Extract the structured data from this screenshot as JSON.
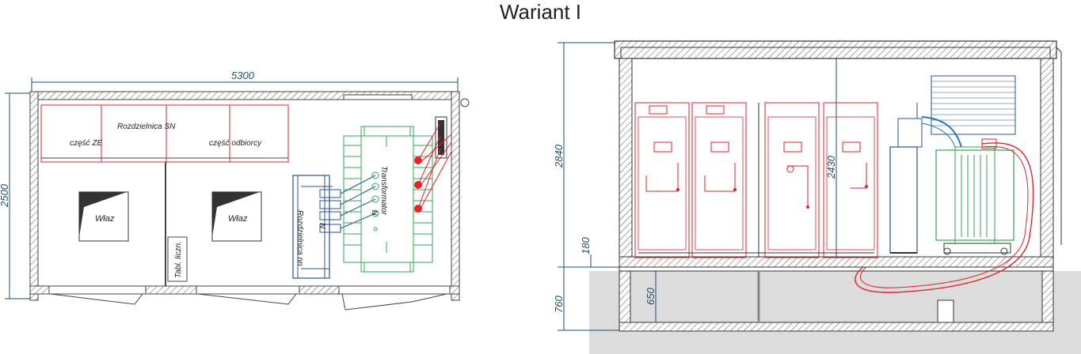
{
  "title": "Wariant  I",
  "plan": {
    "dim_width": "5300",
    "dim_height": "2500",
    "switchgear_label": "Rozdzielnica SN",
    "section_ze": "część ZE",
    "section_odbiorcy": "część odbiorcy",
    "hatch_1": "Właz",
    "hatch_2": "Właz",
    "meter_panel": "Tabl. liczn.",
    "lv_board": "Rozdzielnica nn",
    "transformer": "Transformator",
    "lv_marker": "N",
    "neutral_marker": "N"
  },
  "section": {
    "dim_total": "2840",
    "dim_inner": "2430",
    "dim_base": "180",
    "dim_below": "760",
    "dim_cable": "650"
  },
  "colors": {
    "hatch": "#555555",
    "switchgear": "#e8202a",
    "transformer": "#2fa84f",
    "lv_board": "#2a4f9a",
    "dimension": "#1a4f7a",
    "ground": "#dcdcdc"
  }
}
